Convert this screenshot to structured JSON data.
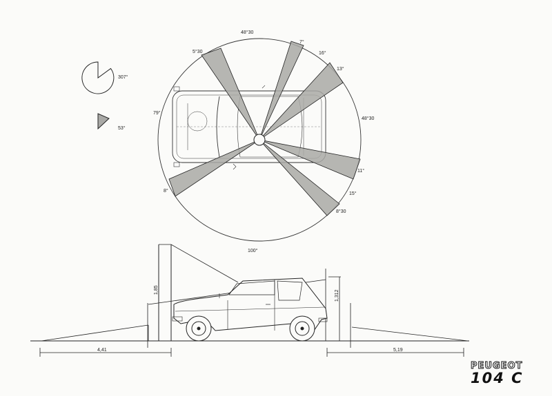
{
  "legend": {
    "obstructed_label": "307°",
    "visible_label": "53°"
  },
  "plan_view": {
    "labels": {
      "top_arc": "48°30",
      "top_left": "5°30",
      "top_mid": "7°",
      "top_right_a": "16°",
      "top_right_b": "13°",
      "left": "79°",
      "right": "48°30",
      "bottom_left": "8°",
      "right_low_a": "11°",
      "right_low_b": "15°",
      "bottom_right": "8°30",
      "bottom": "100°"
    }
  },
  "side_view": {
    "dimensions": {
      "eye_height": "1,85",
      "roof_height": "1,312",
      "front_distance": "4,41",
      "rear_distance": "5,19"
    }
  },
  "brand": {
    "make": "PEUGEOT",
    "model": "104 C"
  },
  "colors": {
    "paper": "#fbfbf9",
    "line": "#222222",
    "sector_fill": "#a9a9a6"
  }
}
